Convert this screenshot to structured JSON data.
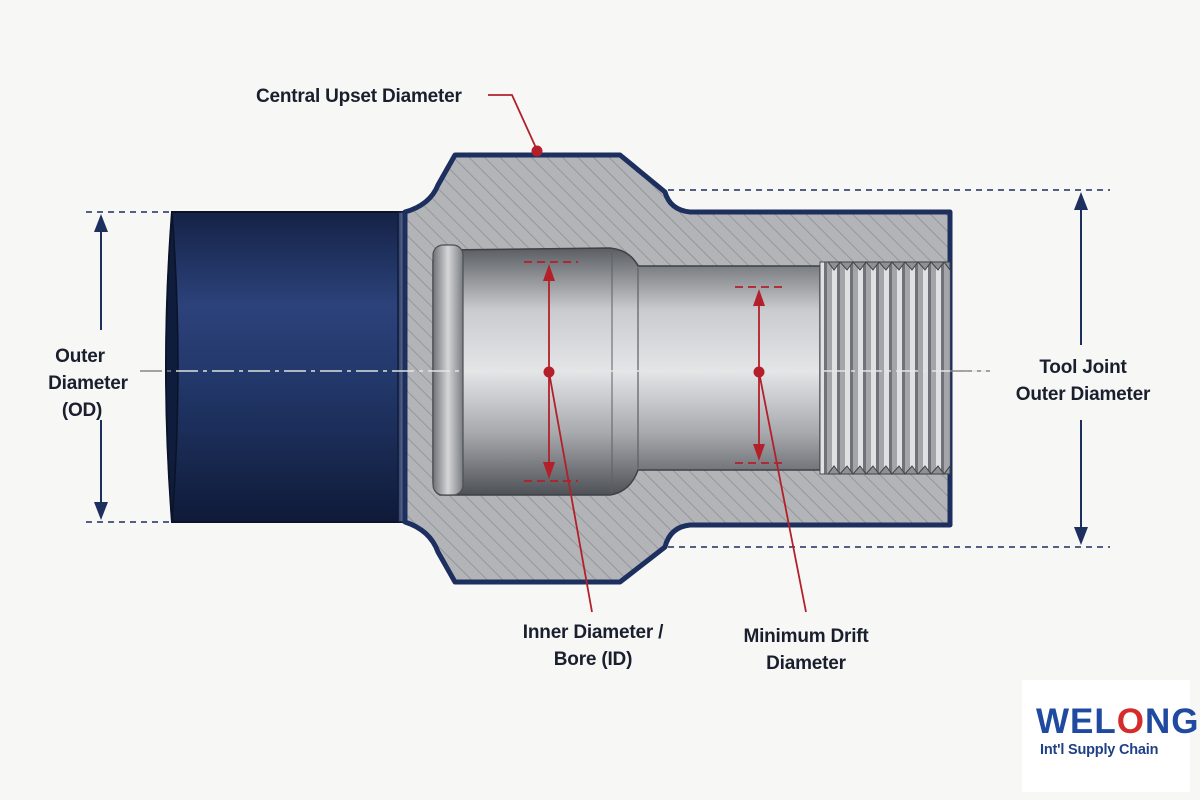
{
  "labels": {
    "central_upset": "Central Upset Diameter",
    "od_line1": "Outer",
    "od_line2": "Diameter",
    "od_line3": "(OD)",
    "tool_joint_line1": "Tool Joint",
    "tool_joint_line2": "Outer Diameter",
    "id_line1": "Inner Diameter /",
    "id_line2": "Bore (ID)",
    "drift_line1": "Minimum Drift",
    "drift_line2": "Diameter"
  },
  "logo": {
    "brand_part1": "WEL",
    "brand_part2": "O",
    "brand_part3": "NG",
    "tagline": "Int'l Supply Chain"
  },
  "colors": {
    "pipe_body": "#1d2f5e",
    "steel_section": "#a9abae",
    "dimension_lines": "#1d2f5e",
    "callout_red": "#b3202a",
    "brand_blue": "#1f4aa0",
    "brand_red": "#d52b2b"
  }
}
